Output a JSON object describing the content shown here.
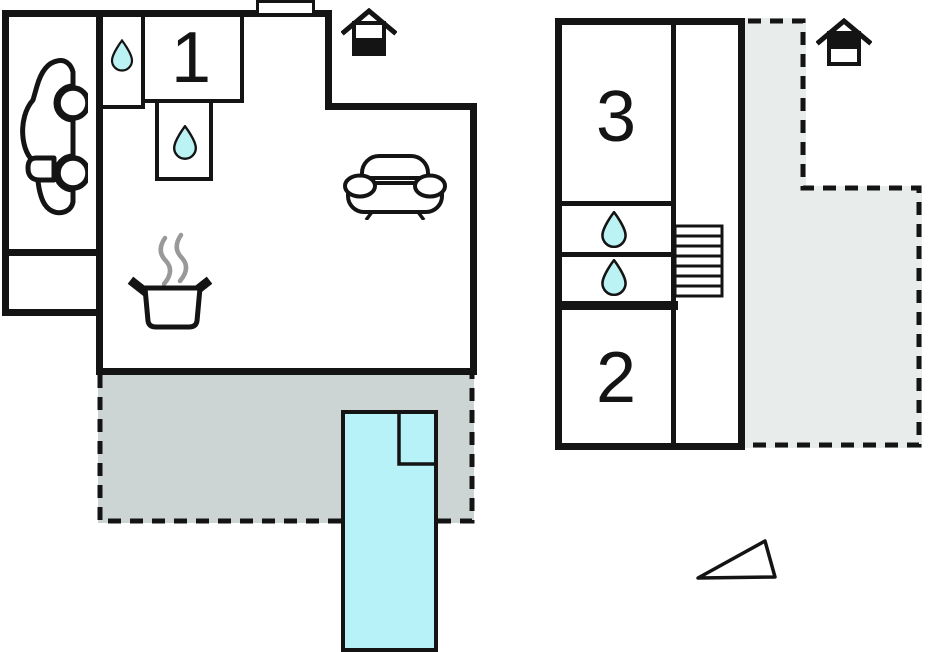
{
  "colors": {
    "background": "#ffffff",
    "wall": "#141414",
    "outline": "#141414",
    "terrace": "#ccd5d4",
    "balcony": "#e8edec",
    "pool": "#b6f2f8",
    "water_drop": "#bbf3f5",
    "steam": "#999999"
  },
  "ground_floor": {
    "room_labels": {
      "room1": "1"
    },
    "icons": [
      "car-icon",
      "water-drop-icon",
      "water-drop-icon",
      "sofa-icon",
      "cooking-pot-icon",
      "entrance-icon",
      "chimney",
      "terrace-area",
      "pool"
    ]
  },
  "upper_floor": {
    "room_labels": {
      "room3": "3",
      "room2": "2"
    },
    "icons": [
      "water-drop-icon",
      "water-drop-icon",
      "stairs-icon",
      "entrance-icon",
      "balcony-area"
    ]
  },
  "compass": {
    "icon": "north-arrow-icon"
  }
}
